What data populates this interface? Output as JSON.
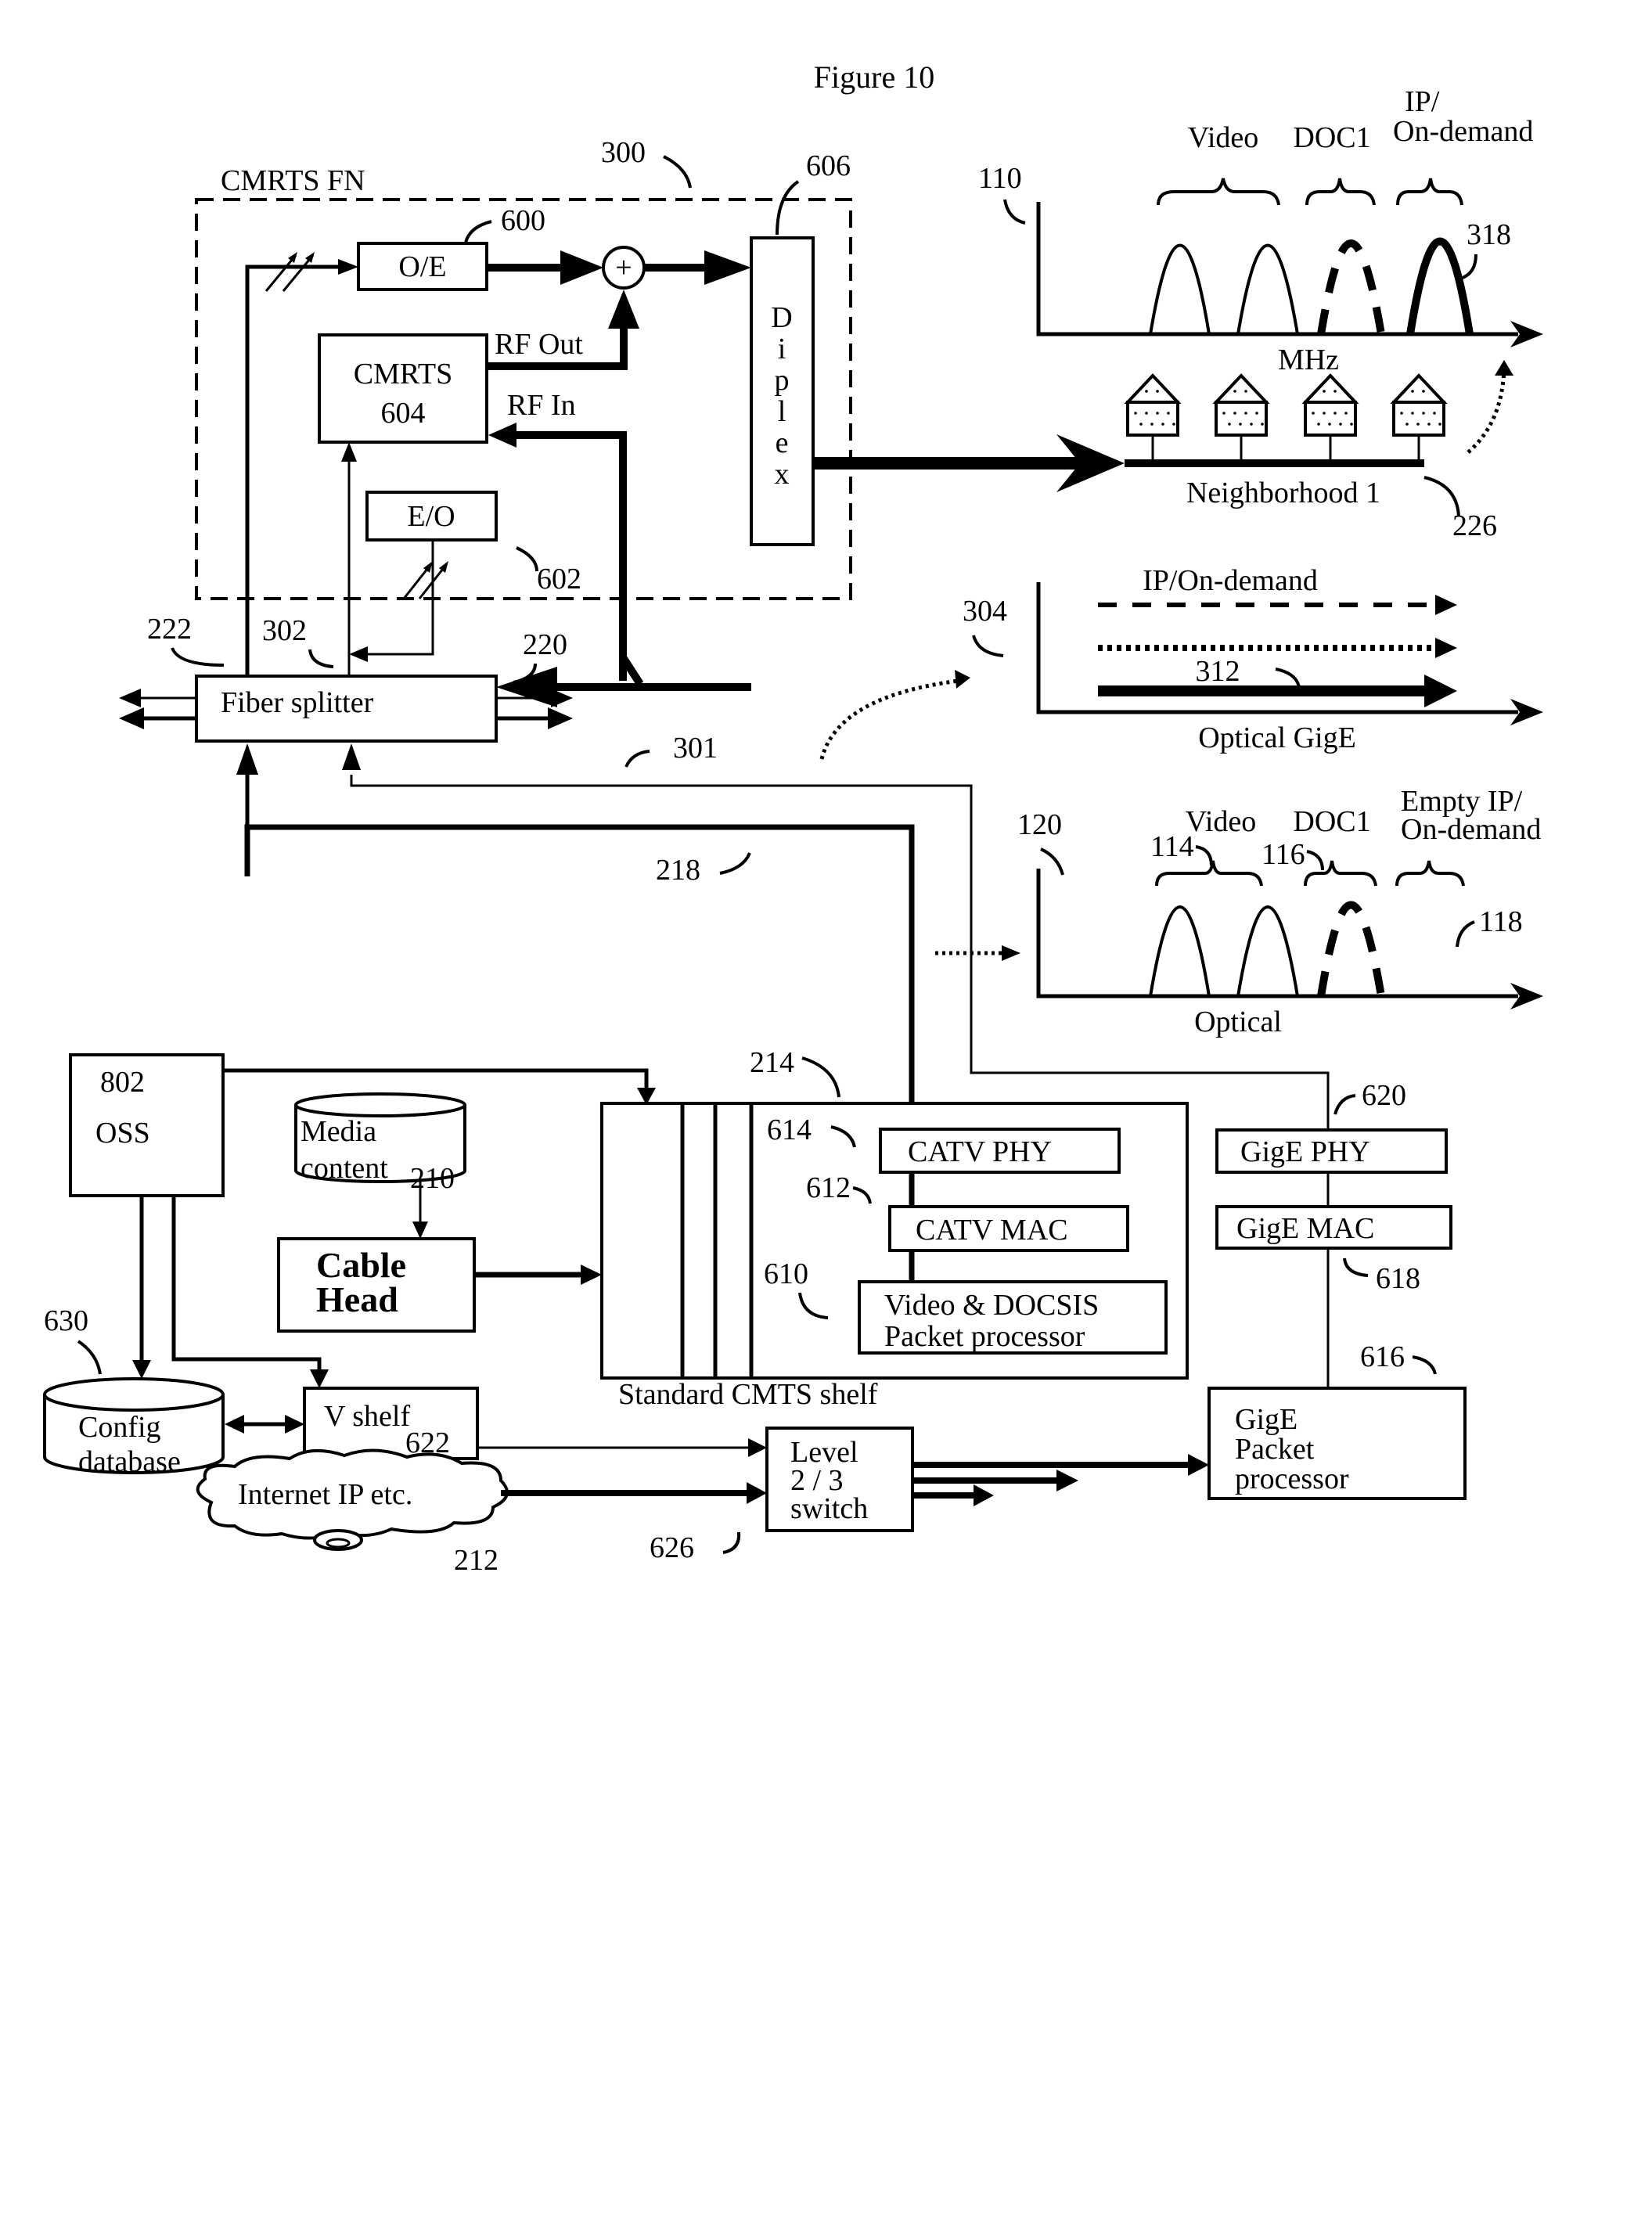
{
  "figure": {
    "title": "Figure 10"
  },
  "cmrts_fn": {
    "label": "CMRTS FN",
    "ref": "300",
    "oe": {
      "label": "O/E",
      "ref": "600"
    },
    "diplex": {
      "letters": [
        "D",
        "i",
        "p",
        "l",
        "e",
        "x"
      ],
      "ref": "606"
    },
    "cmrts": {
      "name": "CMRTS",
      "ref": "604"
    },
    "rf_out": "RF Out",
    "rf_in": "RF In",
    "eo": {
      "label": "E/O",
      "ref": "602"
    },
    "plus": "+"
  },
  "fiber_splitter": {
    "label": "Fiber splitter",
    "ref": "220",
    "ref_left_line": "222",
    "ref_mid_line": "302"
  },
  "lines": {
    "ref_301": "301",
    "ref_218": "218",
    "ref_214": "214"
  },
  "neighborhood": {
    "label": "Neighborhood 1",
    "ref": "226",
    "house_count": 4
  },
  "spectrum_rf": {
    "ref": "110",
    "axis_label": "MHz",
    "band_labels": [
      "Video",
      "DOC1",
      "IP/",
      "On-demand"
    ],
    "ref_318": "318"
  },
  "gige_chart": {
    "ref": "304",
    "label": "IP/On-demand",
    "axis_label": "Optical GigE",
    "ref_312": "312"
  },
  "spectrum_optical": {
    "ref": "120",
    "axis_label": "Optical",
    "band_labels": [
      "Video",
      "DOC1",
      "Empty IP/",
      "On-demand"
    ],
    "ref_114": "114",
    "ref_116": "116",
    "ref_118": "118"
  },
  "headend": {
    "oss": {
      "ref": "802",
      "label": "OSS"
    },
    "media": {
      "line1": "Media",
      "line2": "content",
      "ref": "210"
    },
    "cable_head": {
      "line1": "Cable",
      "line2": "Head"
    },
    "cmts_shelf": {
      "label": "Standard CMTS shelf",
      "catv_phy": {
        "label": "CATV PHY",
        "ref": "614"
      },
      "catv_mac": {
        "label": "CATV MAC",
        "ref": "612"
      },
      "packet_proc": {
        "line1": "Video & DOCSIS",
        "line2": "Packet processor",
        "ref": "610"
      }
    },
    "gige": {
      "phy": {
        "label": "GigE PHY",
        "ref": "620"
      },
      "mac": {
        "label": "GigE MAC",
        "ref": "618"
      },
      "packet_proc": {
        "line1": "GigE",
        "line2": "Packet",
        "line3": "processor",
        "ref": "616"
      }
    },
    "config_db": {
      "line1": "Config",
      "line2": "database",
      "ref": "630"
    },
    "v_shelf": {
      "label": "V shelf",
      "ref": "622"
    },
    "internet": {
      "label": "Internet IP etc.",
      "ref": "212"
    },
    "switch": {
      "line1": "Level",
      "line2": "2 / 3",
      "line3": "switch",
      "ref": "626"
    }
  }
}
